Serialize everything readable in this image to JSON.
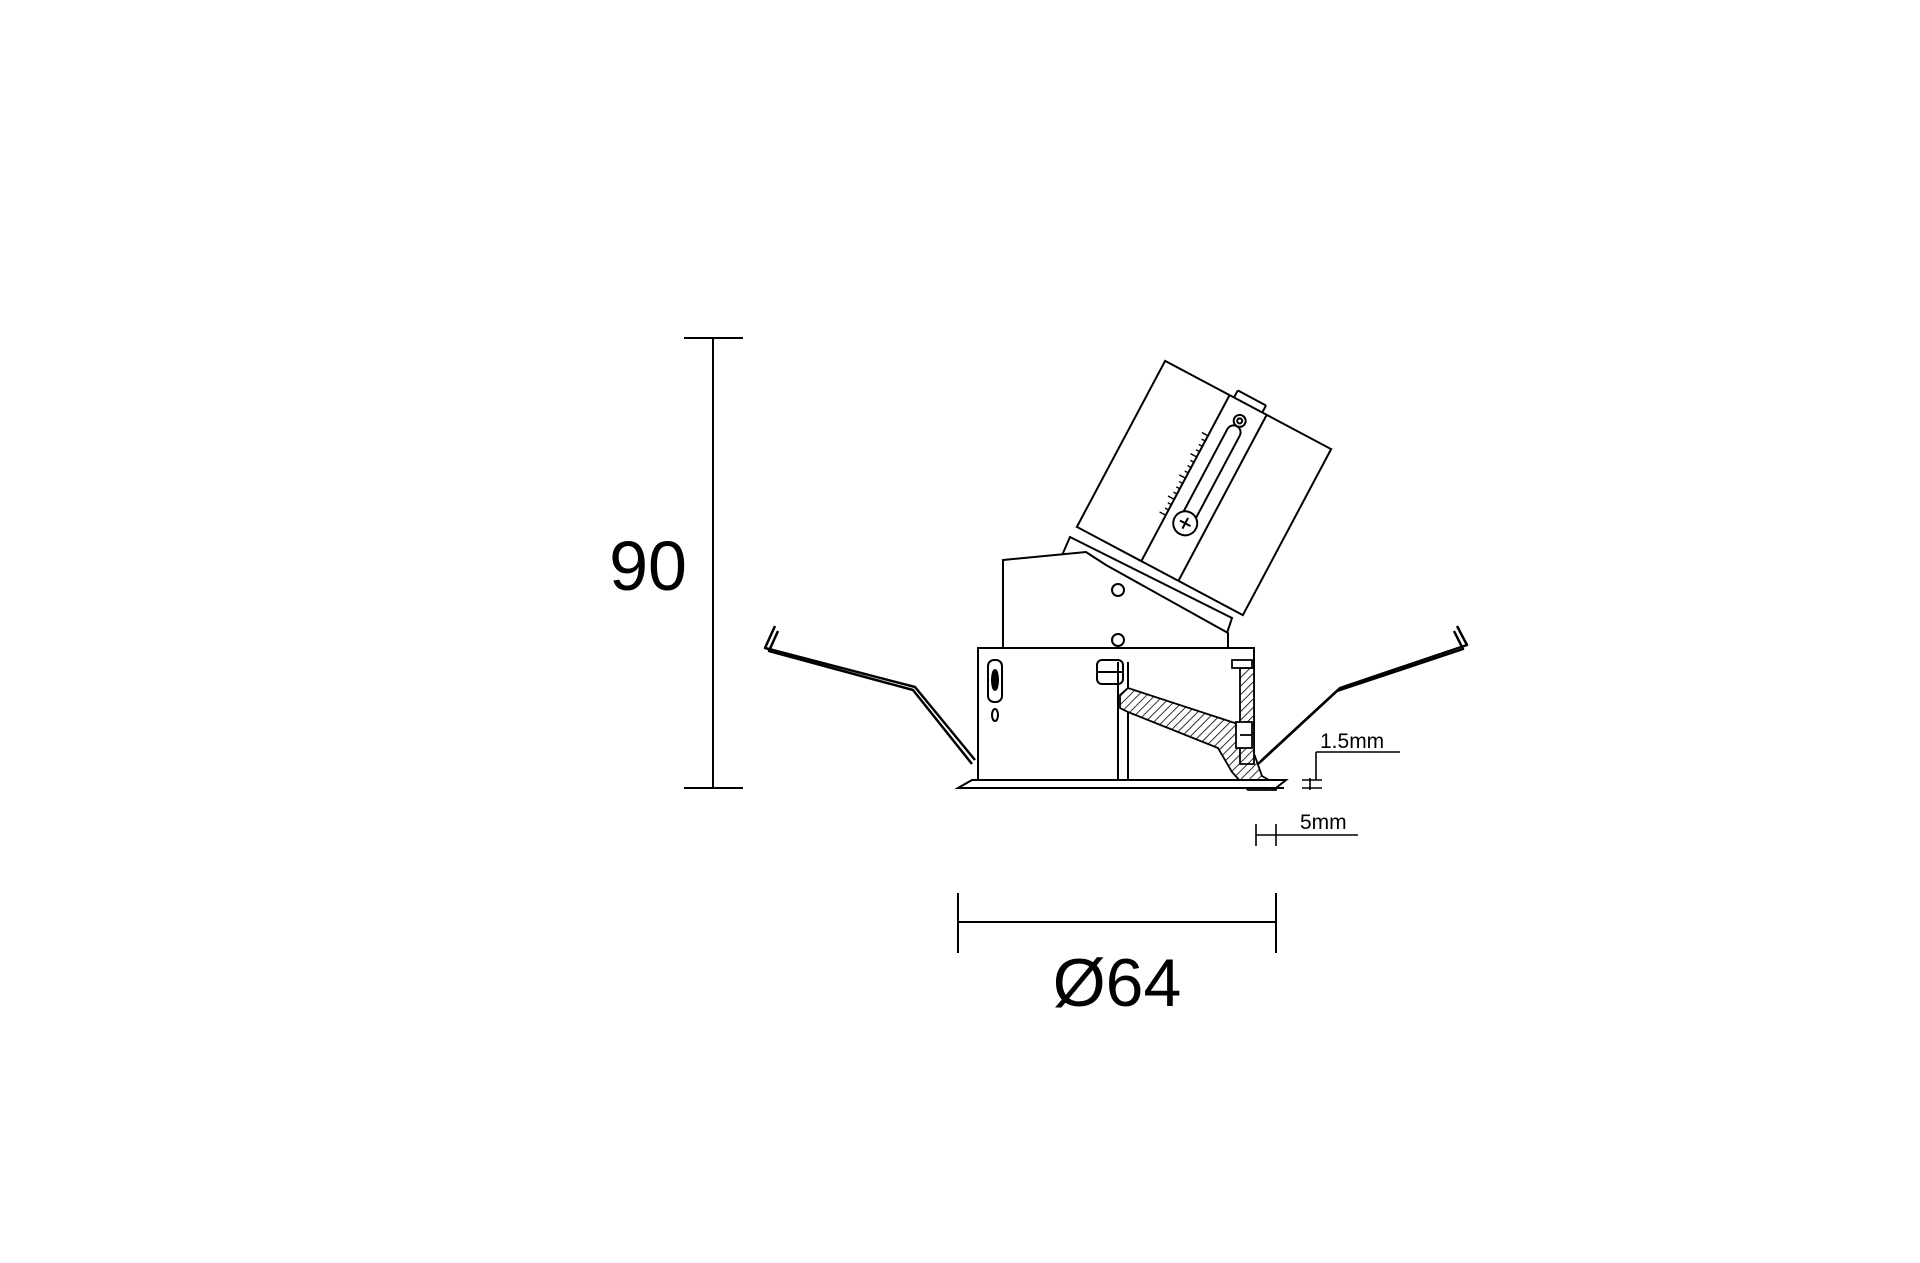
{
  "drawing": {
    "height_label": "90",
    "diameter_label": "Ø64",
    "flange_thickness_label": "1.5mm",
    "flange_width_label": "5mm"
  },
  "colors": {
    "line": "#000000",
    "background": "#ffffff"
  }
}
